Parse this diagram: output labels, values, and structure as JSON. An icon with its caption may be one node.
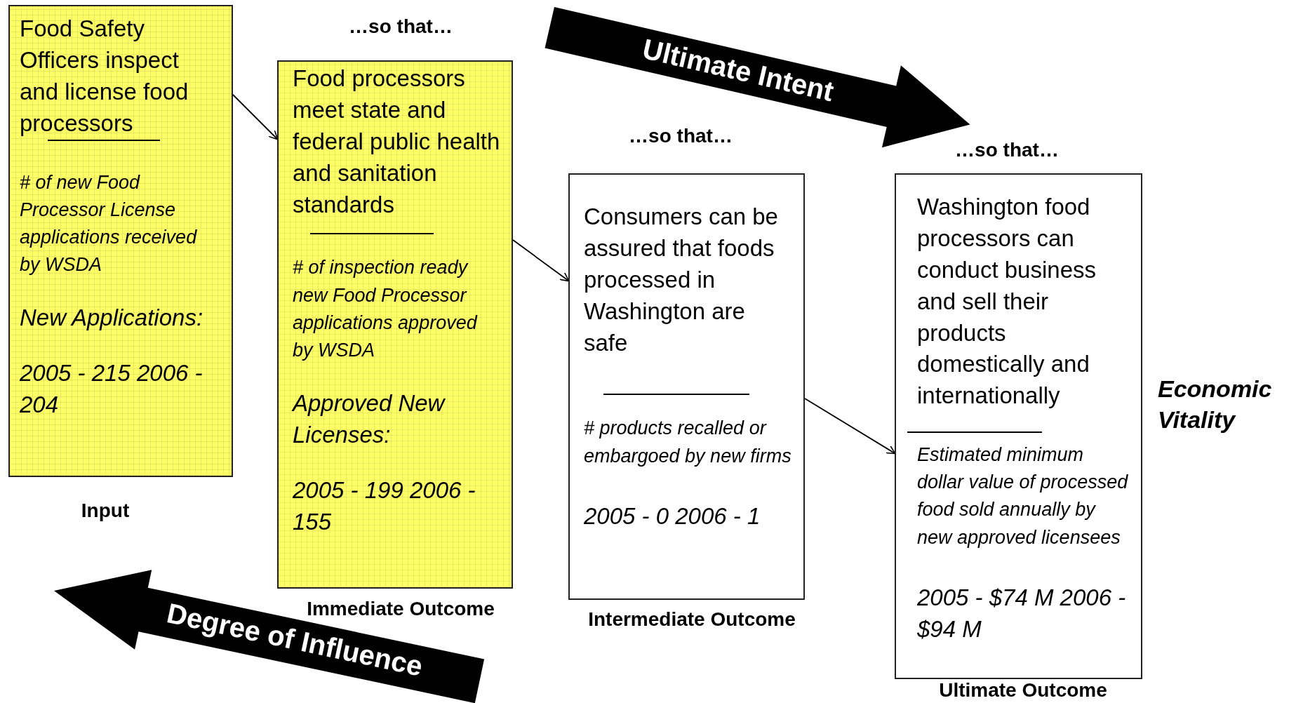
{
  "diagram": {
    "nodes": [
      {
        "text": [
          "Food Safety Officers inspect and license food processors",
          "# of new Food Processor License applications received by WSDA",
          "New Applications:",
          "2005 - 215 2006 - 204"
        ],
        "beside": [
          "Input"
        ]
      },
      {
        "text": [
          "Food processors meet state and federal public health and sanitation standards",
          "# of inspection ready new Food Processor applications approved by WSDA",
          "Approved  New Licenses:",
          "2005 - 199 2006 - 155"
        ],
        "beside": [
          "…so that…",
          "Immediate Outcome"
        ]
      },
      {
        "text": [
          "Consumers can be assured that foods processed in Washington are safe",
          "# products recalled or embargoed by new firms",
          "2005 - 0 2006 - 1"
        ],
        "beside": [
          "…so that…",
          "Intermediate Outcome"
        ]
      },
      {
        "text": [
          "Washington food processors can conduct business and sell their products domestically and internationally",
          "Estimated minimum dollar value of processed food sold annually by new approved licensees",
          "2005 - $74 M 2006 - $94 M"
        ],
        "beside": [
          "…so that…",
          "Ultimate Outcome"
        ]
      }
    ],
    "edges": [
      {
        "from": 0,
        "to": 1,
        "arrow": "to"
      },
      {
        "from": 1,
        "to": 2,
        "arrow": "to"
      },
      {
        "from": 2,
        "to": 3,
        "arrow": "to"
      }
    ],
    "labels": [
      "Ultimate Intent",
      "Economic Vitality",
      "Degree of Influence"
    ]
  }
}
